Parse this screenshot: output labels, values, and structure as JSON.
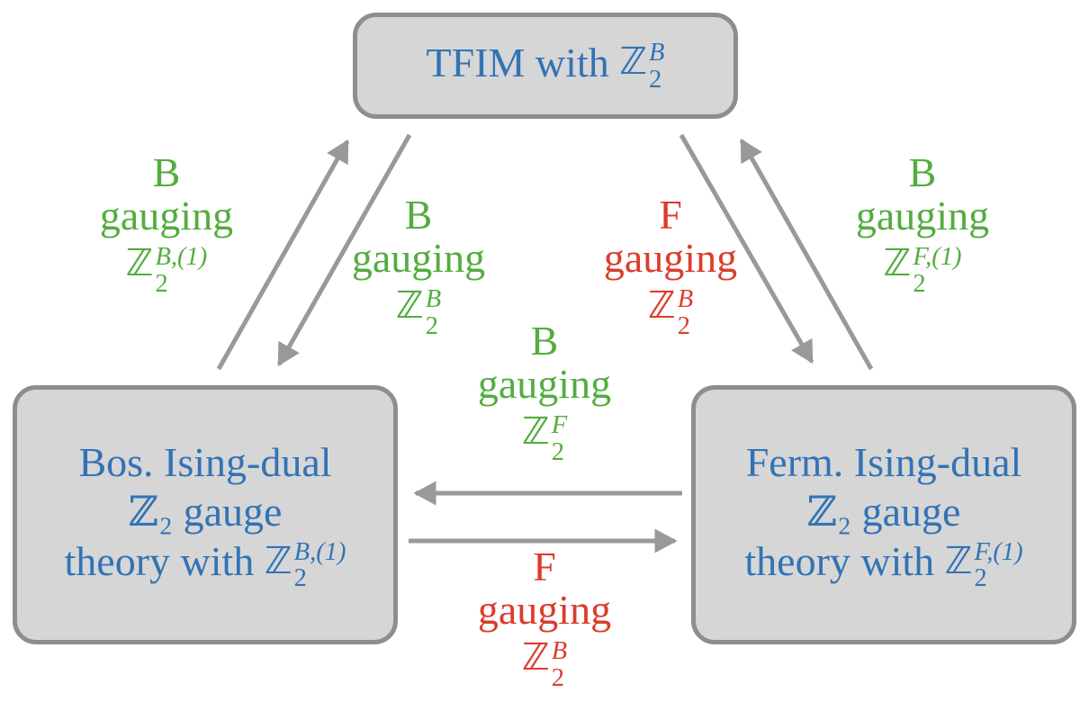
{
  "nodes": {
    "top": {
      "lines": [
        "TFIM with"
      ],
      "symbol": {
        "base": "ℤ",
        "sub": "2",
        "sup": "B"
      }
    },
    "left": {
      "lines": [
        "Bos. Ising-dual",
        "ℤ₂ gauge",
        "theory with"
      ],
      "symbol": {
        "base": "ℤ",
        "sub": "2",
        "sup": "B,(1)"
      }
    },
    "right": {
      "lines": [
        "Ferm. Ising-dual",
        "ℤ₂ gauge",
        "theory with"
      ],
      "symbol": {
        "base": "ℤ",
        "sub": "2",
        "sup": "F,(1)"
      }
    }
  },
  "edges": [
    {
      "id": "left-to-top",
      "kind": "B",
      "word": "gauging",
      "symbol": {
        "base": "ℤ",
        "sub": "2",
        "sup": "B,(1)"
      }
    },
    {
      "id": "top-to-left",
      "kind": "B",
      "word": "gauging",
      "symbol": {
        "base": "ℤ",
        "sub": "2",
        "sup": "B"
      }
    },
    {
      "id": "top-to-right",
      "kind": "F",
      "word": "gauging",
      "symbol": {
        "base": "ℤ",
        "sub": "2",
        "sup": "B"
      }
    },
    {
      "id": "right-to-top",
      "kind": "B",
      "word": "gauging",
      "symbol": {
        "base": "ℤ",
        "sub": "2",
        "sup": "F,(1)"
      }
    },
    {
      "id": "right-to-left",
      "kind": "B",
      "word": "gauging",
      "symbol": {
        "base": "ℤ",
        "sub": "2",
        "sup": "F"
      }
    },
    {
      "id": "left-to-right",
      "kind": "F",
      "word": "gauging",
      "symbol": {
        "base": "ℤ",
        "sub": "2",
        "sup": "B"
      }
    }
  ],
  "colors": {
    "node_text": "#3273b5",
    "node_fill": "#d6d6d6",
    "node_border": "#8e8e8e",
    "bosonic": "#53ad3e",
    "fermionic": "#dc3c2c",
    "arrow": "#999999"
  }
}
